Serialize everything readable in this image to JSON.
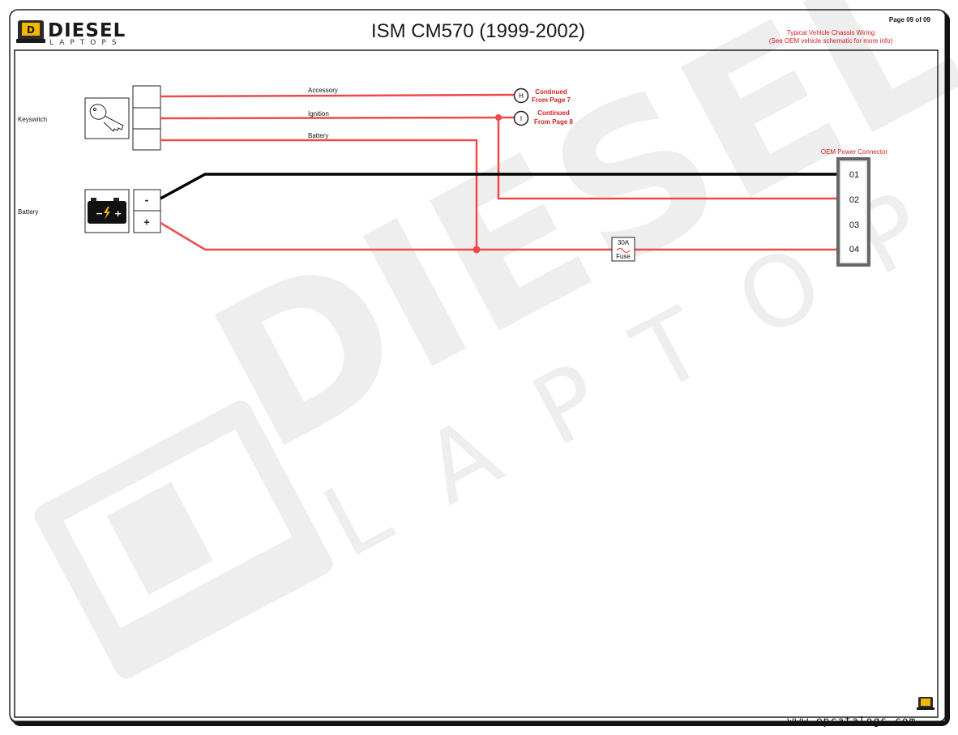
{
  "header": {
    "brand_name": "DIESEL",
    "brand_sub": "LAPTOPS",
    "title": "ISM CM570 (1999-2002)",
    "page_label": "Page 09 of 09",
    "note_line1": "Typical Vehicle Chassis Wiring",
    "note_line2": "(See OEM vehicle schematic for more info)"
  },
  "components": {
    "keyswitch_label": "Keyswitch",
    "battery_label": "Battery",
    "battery_neg": "-",
    "battery_pos": "+",
    "battery_icon_neg": "−",
    "battery_icon_pos": "+"
  },
  "wires": {
    "accessory": "Accessory",
    "ignition": "Ignition",
    "battery": "Battery"
  },
  "connectors": {
    "h_letter": "H",
    "i_letter": "I",
    "h_line1": "Continued",
    "h_line2": "From Page 7",
    "i_line1": "Continued",
    "i_line2": "From Page 8"
  },
  "oem_connector": {
    "label": "OEM Power Connector",
    "pins": [
      "01",
      "02",
      "03",
      "04"
    ]
  },
  "fuse": {
    "rating": "30A",
    "label": "Fuse"
  },
  "footer": {
    "website": "www.epcatalogs.com"
  },
  "colors": {
    "wire_red": "#ee4a4a",
    "wire_black": "#000000",
    "text_red": "#d42020",
    "logo_yellow": "#f2b705"
  }
}
